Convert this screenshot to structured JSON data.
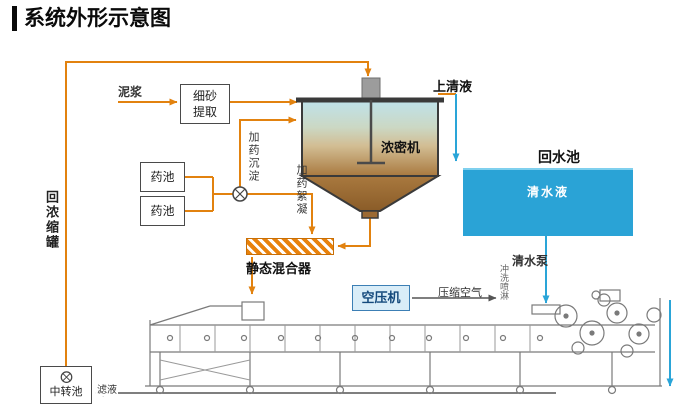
{
  "title": "系统外形示意图",
  "colors": {
    "flow_orange": "#e2820f",
    "water_blue": "#2aa5d8",
    "machine_gray": "#7a7a7a",
    "pool_fill": "#2aa3d6",
    "mixer_orange": "#e8820c",
    "tank_gradient_top": "#bfe2ea",
    "tank_gradient_bottom": "#a9793f",
    "compressor_fill": "#d9edf8"
  },
  "nodes": {
    "mud": "泥浆",
    "fine_sand_1": "细砂",
    "fine_sand_2": "提取",
    "supernatant": "上清液",
    "thickener": "浓密机",
    "return_pool": "回水池",
    "clear_water": "清水液",
    "chem_pool_1": "药池",
    "chem_pool_2": "药池",
    "dose_settle": "加药沉淀",
    "dose_floc": "加药絮凝",
    "static_mixer": "静态混合器",
    "return_tank": "回浓缩罐",
    "compressor": "空压机",
    "compressed_air": "压缩空气",
    "water_pump": "清水泵",
    "flush_spray": "冲洗喷淋",
    "transfer_pool": "中转池",
    "filtrate": "滤液"
  }
}
